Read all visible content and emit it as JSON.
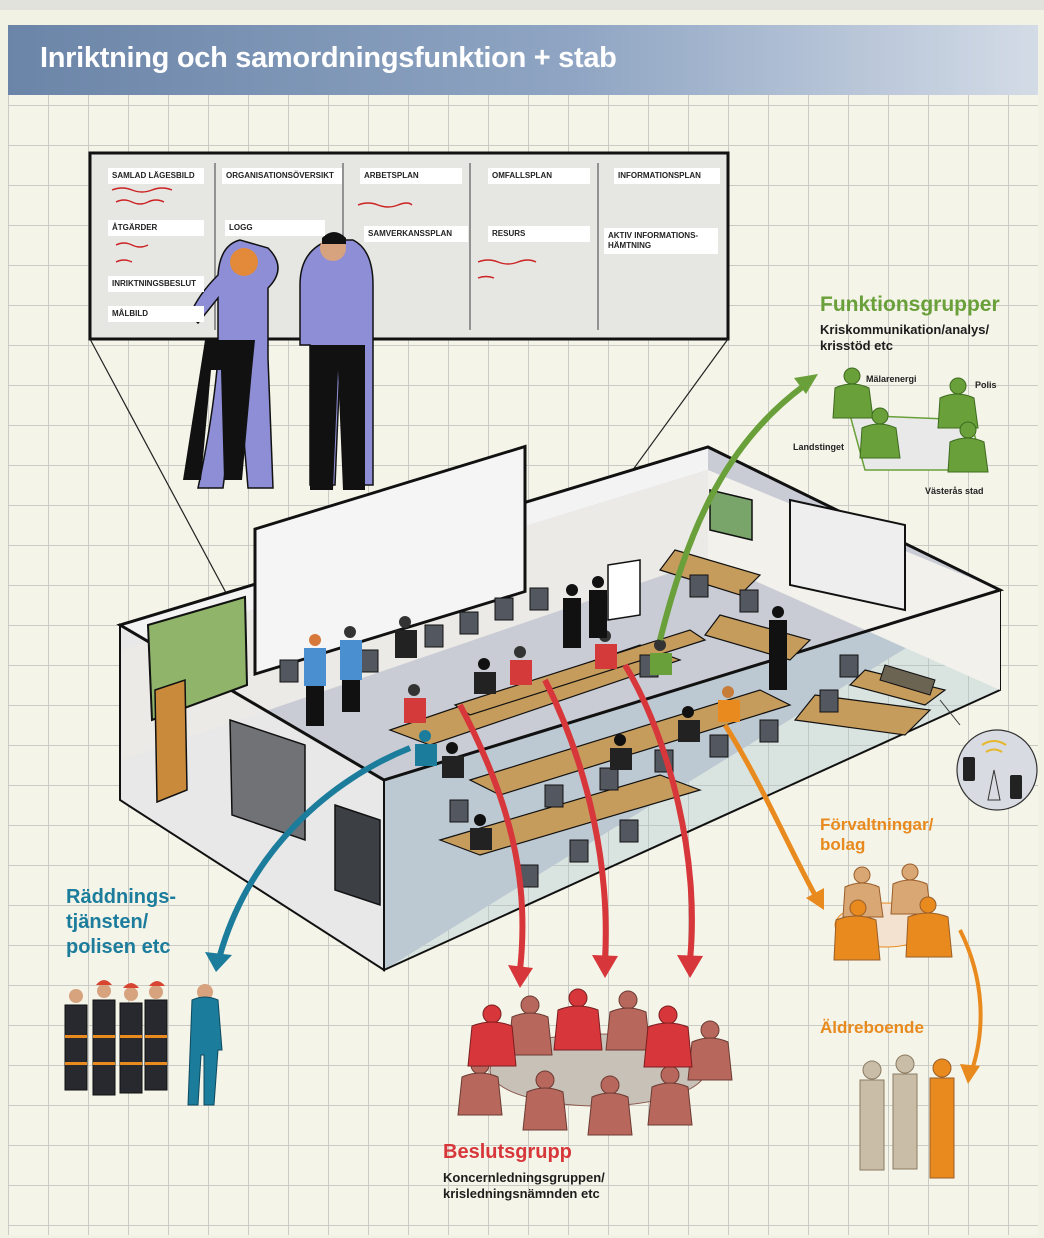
{
  "header": {
    "title": "Inriktning och samordningsfunktion + stab"
  },
  "whiteboard": {
    "labels": [
      "SAMLAD LÄGESBILD",
      "ÅTGÄRDER",
      "INRIKTNINGSBESLUT",
      "MÅLBILD",
      "ORGANISATIONSÖVERSIKT",
      "LOGG",
      "ARBETSPLAN",
      "SAMVERKANSSPLAN",
      "OMFALLSPLAN",
      "RESURS",
      "INFORMATIONSPLAN",
      "AKTIV INFORMATIONS-\nHÄMTNING"
    ]
  },
  "groups": {
    "funktion": {
      "title": "Funktionsgrupper",
      "subtitle": "Kriskommunikation/analys/\nkrisstöd etc",
      "members": [
        "Mälarenergi",
        "Polis",
        "Landstinget",
        "Västerås stad"
      ]
    },
    "forvaltning": {
      "title": "Förvaltningar/\nbolag"
    },
    "aldre": {
      "title": "Äldreboende"
    },
    "raddning": {
      "title": "Räddnings-\ntjänsten/\npolisen etc"
    },
    "beslut": {
      "title": "Beslutsgrupp",
      "subtitle": "Koncernledningsgruppen/\nkrisledningsnämnden etc"
    }
  },
  "colors": {
    "green": "#6aa03a",
    "orange": "#e88a1d",
    "blue": "#1c7c9c",
    "red": "#d7373b",
    "banner": "#6b85a8"
  }
}
